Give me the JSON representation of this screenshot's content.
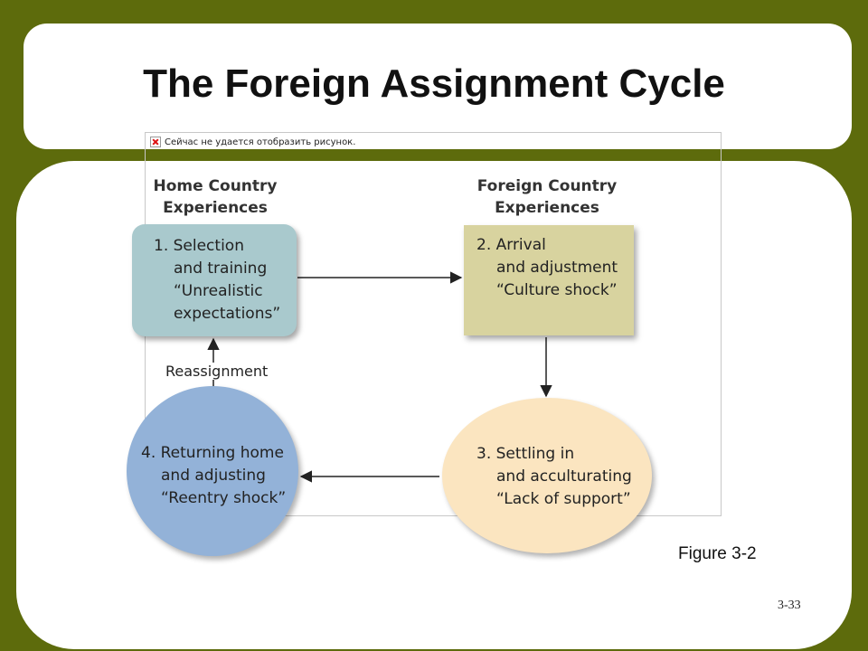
{
  "slide": {
    "title": "The Foreign Assignment Cycle",
    "figure_label": "Figure 3-2",
    "page_number": "3-33"
  },
  "broken_image": {
    "message": "Сейчас не удается отобразить рисунок.",
    "icon": "broken-image-icon"
  },
  "diagram": {
    "home_heading": [
      "Home Country",
      "Experiences"
    ],
    "foreign_heading": [
      "Foreign Country",
      "Experiences"
    ],
    "stage1": [
      "1.  Selection",
      "and training",
      "“Unrealistic",
      "expectations”"
    ],
    "stage2": [
      "2.  Arrival",
      "and adjustment",
      "“Culture shock”"
    ],
    "stage3": [
      "3.  Settling in",
      "and acculturating",
      "“Lack of support”"
    ],
    "stage4": [
      "4.  Returning home",
      "and adjusting",
      "“Reentry shock”"
    ],
    "reassignment_label": "Reassignment"
  },
  "colors": {
    "background": "#5d6b0c",
    "stage1": "#a9c9cd",
    "stage2": "#d8d39f",
    "stage3": "#fbe5c0",
    "stage4": "#93b2d8"
  }
}
